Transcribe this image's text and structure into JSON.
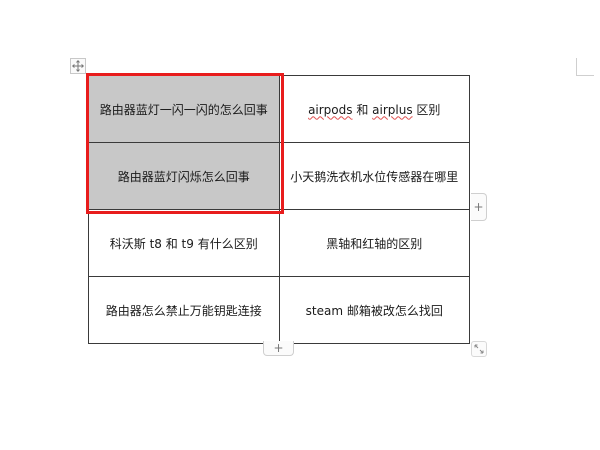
{
  "document": {
    "table": {
      "rows": [
        {
          "cells": [
            {
              "text": "路由器蓝灯一闪一闪的怎么回事",
              "selected": true
            },
            {
              "parts": [
                {
                  "text": "airpods",
                  "spellcheck_error": true
                },
                {
                  "text": " 和 "
                },
                {
                  "text": "airplus",
                  "spellcheck_error": true
                },
                {
                  "text": " 区别"
                }
              ],
              "selected": false
            }
          ]
        },
        {
          "cells": [
            {
              "text": "路由器蓝灯闪烁怎么回事",
              "selected": true
            },
            {
              "text": "小天鹅洗衣机水位传感器在哪里",
              "selected": false
            }
          ]
        },
        {
          "cells": [
            {
              "text": "科沃斯 t8 和 t9 有什么区别",
              "selected": false
            },
            {
              "text": "黑轴和红轴的区别",
              "selected": false
            }
          ]
        },
        {
          "cells": [
            {
              "text": "路由器怎么禁止万能钥匙连接",
              "selected": false
            },
            {
              "text": "steam 邮箱被改怎么找回",
              "selected": false
            }
          ]
        }
      ]
    },
    "controls": {
      "add_column_label": "+",
      "add_row_label": "+",
      "move_handle_icon": "move-arrows-icon",
      "resize_handle_icon": "resize-diagonal-icon"
    },
    "highlight": {
      "color": "#e81c1c",
      "selection_fill": "#c8c8c8"
    }
  }
}
